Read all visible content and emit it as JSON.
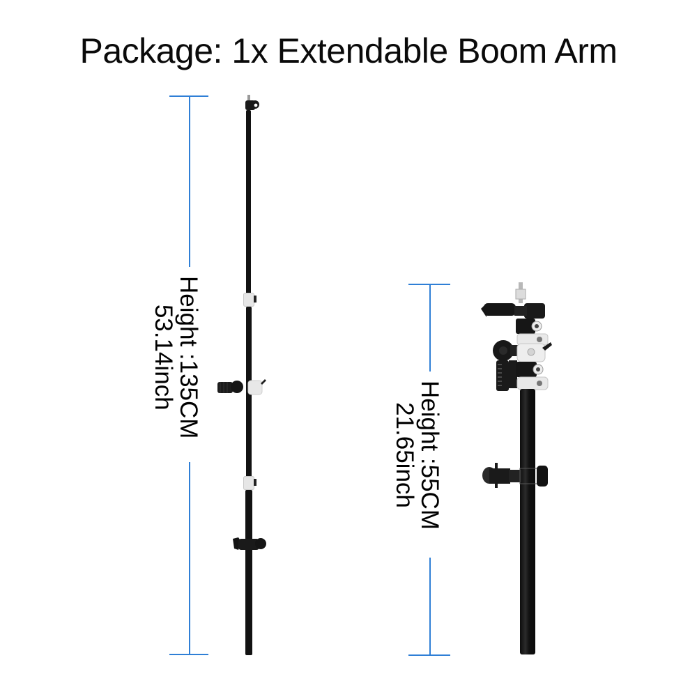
{
  "title": "Package: 1x Extendable Boom Arm",
  "colors": {
    "dimension_line": "#2f7fd6",
    "pole": "#121212",
    "clamp_light": "#e8e8e8",
    "background": "#ffffff"
  },
  "products": [
    {
      "name": "extended-boom-arm",
      "state": "extended",
      "height_label": "Height :135CM",
      "height_inch_label": "53.14inch"
    },
    {
      "name": "collapsed-boom-arm",
      "state": "collapsed",
      "height_label": "Height :55CM",
      "height_inch_label": "21.65inch"
    }
  ]
}
